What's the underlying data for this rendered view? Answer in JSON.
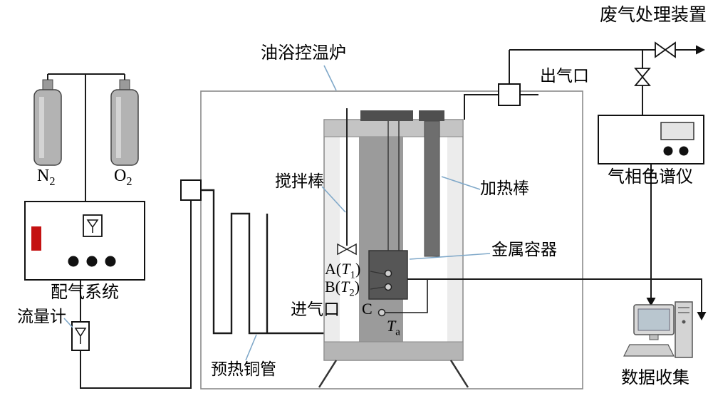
{
  "labels": {
    "n2": {
      "base": "N",
      "sub": "2"
    },
    "o2": {
      "base": "O",
      "sub": "2"
    },
    "gas_system": "配气系统",
    "flow_meter": "流量计",
    "oil_bath_furnace": "油浴控温炉",
    "stir_rod": "搅拌棒",
    "heating_rod": "加热棒",
    "gas_outlet": "出气口",
    "waste_gas_unit": "废气处理装置",
    "gas_chromatograph": "气相色谱仪",
    "metal_container": "金属容器",
    "probe_a": {
      "pre": "A(",
      "sym": "T",
      "sub": "1",
      "post": ")"
    },
    "probe_b": {
      "pre": "B(",
      "sym": "T",
      "sub": "2",
      "post": ")"
    },
    "probe_c": "C",
    "t_a": {
      "sym": "T",
      "sub": "a"
    },
    "gas_inlet": "进气口",
    "preheat_tube": "预热铜管",
    "data_collection": "数据收集"
  },
  "colors": {
    "accent_red": "#c41111",
    "pipe_line": "#1a1a1a",
    "leader_line": "#7fa8c9",
    "enclosure_line": "#8a8a8a",
    "vessel_fill": "#ececec",
    "lid_fill": "#c4c4c4",
    "oil_column_fill": "#9b9b9b",
    "metal_container_fill": "#565656",
    "heater_fill": "#6e6e6e",
    "screen_fill": "#b9c6cf"
  }
}
